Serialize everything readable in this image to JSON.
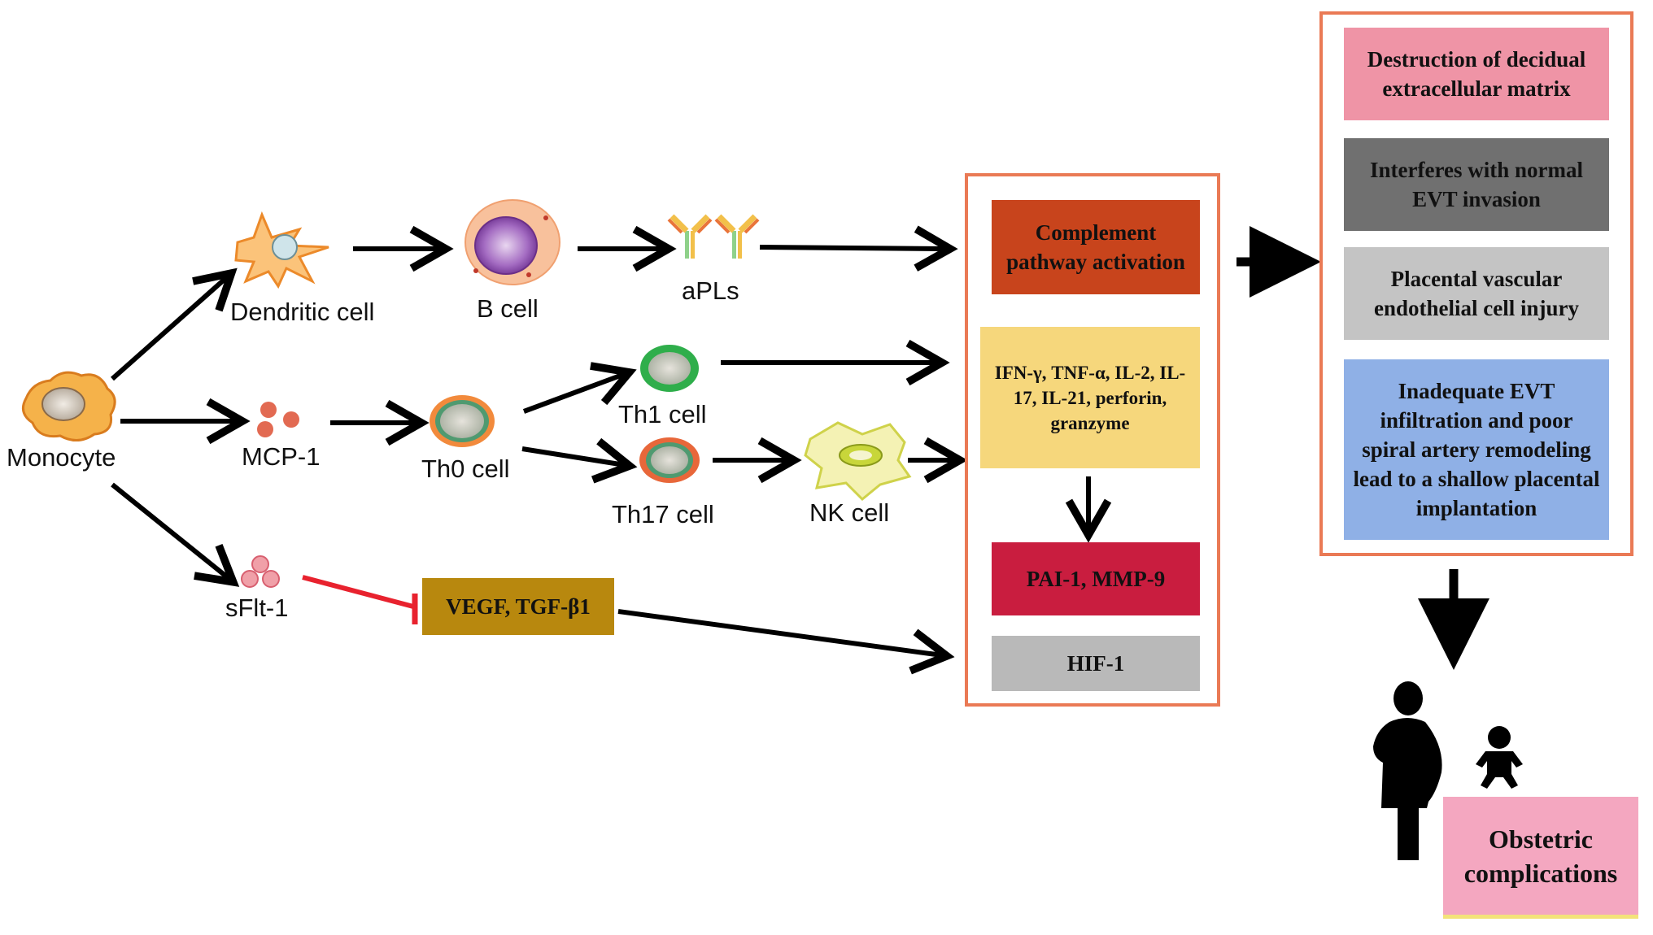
{
  "cells": {
    "monocyte": "Monocyte",
    "dendritic": "Dendritic cell",
    "bcell": "B cell",
    "apls": "aPLs",
    "mcp1": "MCP-1",
    "th0": "Th0 cell",
    "th1": "Th1 cell",
    "th17": "Th17 cell",
    "nk": "NK cell",
    "sflt1": "sFlt-1"
  },
  "factors": {
    "vegf": "VEGF, TGF-β1"
  },
  "middle_panel": {
    "complement": "Complement pathway activation",
    "cytokines": "IFN-γ, TNF-α, IL-2, IL-17, IL-21, perforin, granzyme",
    "pai": "PAI-1, MMP-9",
    "hif": "HIF-1"
  },
  "right_panel": {
    "destruction": "Destruction of decidual extracellular matrix",
    "interferes": "Interferes with normal EVT invasion",
    "injury": "Placental vascular endothelial cell injury",
    "inadequate": "Inadequate EVT infiltration and poor spiral artery remodeling lead to a shallow placental implantation"
  },
  "outcome": {
    "label": "Obstetric complications"
  },
  "colors": {
    "outline": "#ea7a55",
    "complement": "#c8441c",
    "cytokines": "#f6d77c",
    "pai": "#c91d3f",
    "hif": "#b9b9b9",
    "vegf": "#b8880e",
    "destruction": "#ef94a6",
    "interferes": "#707070",
    "injury": "#c4c4c4",
    "inadequate": "#8fb0e6",
    "outcome": "#f4a7c0",
    "inhibit": "#e8222e"
  }
}
